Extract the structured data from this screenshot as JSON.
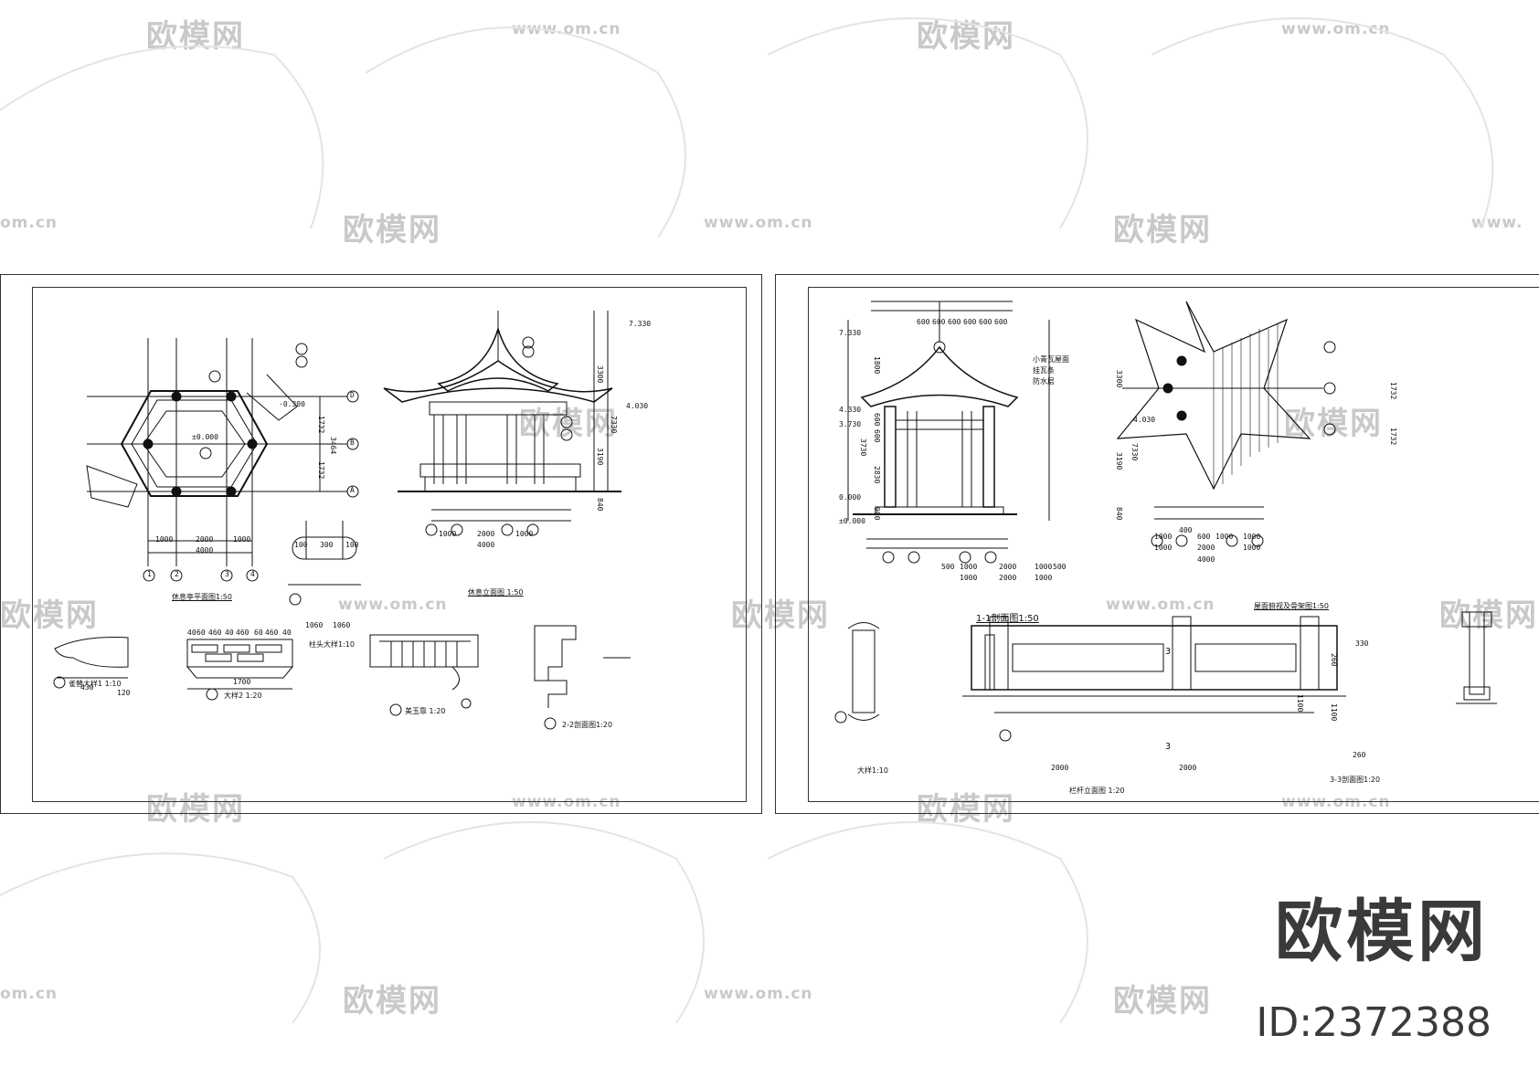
{
  "watermark": {
    "logo_text": "欧模网",
    "url_text": "www.om.cn",
    "url_fragment_left": "om.cn",
    "url_fragment_right": "www."
  },
  "brand": {
    "name": "欧模网",
    "id_text": "ID:2372388"
  },
  "sheet_left": {
    "plan_title": "休息亭平面图1:50",
    "elevation_title": "休息立面图 1:50",
    "detail4_title": "柱头大样1:10",
    "detail1_title": "雀替大样1 1:10",
    "detail2_title": "大样2 1:20",
    "detail3_title": "美玉靠 1:20",
    "section22_title": "2-2剖面图1:20",
    "dims_plan": [
      "1000",
      "2000",
      "1000",
      "4000"
    ],
    "dims_plan_v": [
      "1732",
      "3464",
      "1732"
    ],
    "dims_elev": [
      "1000",
      "2000",
      "1000",
      "4000"
    ],
    "dims_elev_v": [
      "3300",
      "3190",
      "840",
      "7330"
    ],
    "elev_levels": [
      "7.330",
      "4.030"
    ],
    "plan_levels": [
      "±0.000",
      "-0.300"
    ],
    "axis_numbers": [
      "1",
      "2",
      "3",
      "4"
    ],
    "axis_letters": [
      "D",
      "B",
      "A"
    ],
    "detail4_dims": [
      "100",
      "300",
      "100",
      "1060",
      "1060"
    ],
    "detail2_dims": [
      "40",
      "60",
      "460",
      "40",
      "460",
      "60",
      "460",
      "40",
      "1700"
    ],
    "detail1_dims": [
      "430",
      "120"
    ]
  },
  "sheet_right": {
    "section11_title": "1-1剖面图1:50",
    "roof_plan_title": "屋面俯视及骨架图1:50",
    "detail1_title": "大样1:10",
    "railing_title": "栏杆立面图 1:20",
    "section33_title": "3-3剖面图1:20",
    "top_dims": [
      "600",
      "600",
      "600",
      "600",
      "600",
      "600"
    ],
    "levels": [
      "7.330",
      "4.330",
      "3.730",
      "0.000",
      "±0.000",
      "4.030"
    ],
    "dims_v": [
      "1800",
      "600",
      "600",
      "3730",
      "2830",
      "900",
      "3300",
      "3190",
      "840",
      "7330"
    ],
    "dims_bottom": [
      "500",
      "1000",
      "2000",
      "1000",
      "500",
      "1000",
      "2000",
      "1000"
    ],
    "roof_dims": [
      "1000",
      "400",
      "600",
      "1000",
      "1000",
      "1000",
      "2000",
      "1000",
      "4000"
    ],
    "roof_dims_v": [
      "1732",
      "1732"
    ],
    "railing_dims": [
      "2000",
      "2000",
      "1100"
    ],
    "section_mark": "3",
    "note_lines": [
      "小青瓦屋面",
      "挂瓦条",
      "防水层"
    ],
    "section33_dims": [
      "330",
      "260",
      "1100",
      "260"
    ]
  },
  "colors": {
    "line": "#111111",
    "watermark": "#c9c9c9",
    "brand": "#3a3a3a"
  }
}
